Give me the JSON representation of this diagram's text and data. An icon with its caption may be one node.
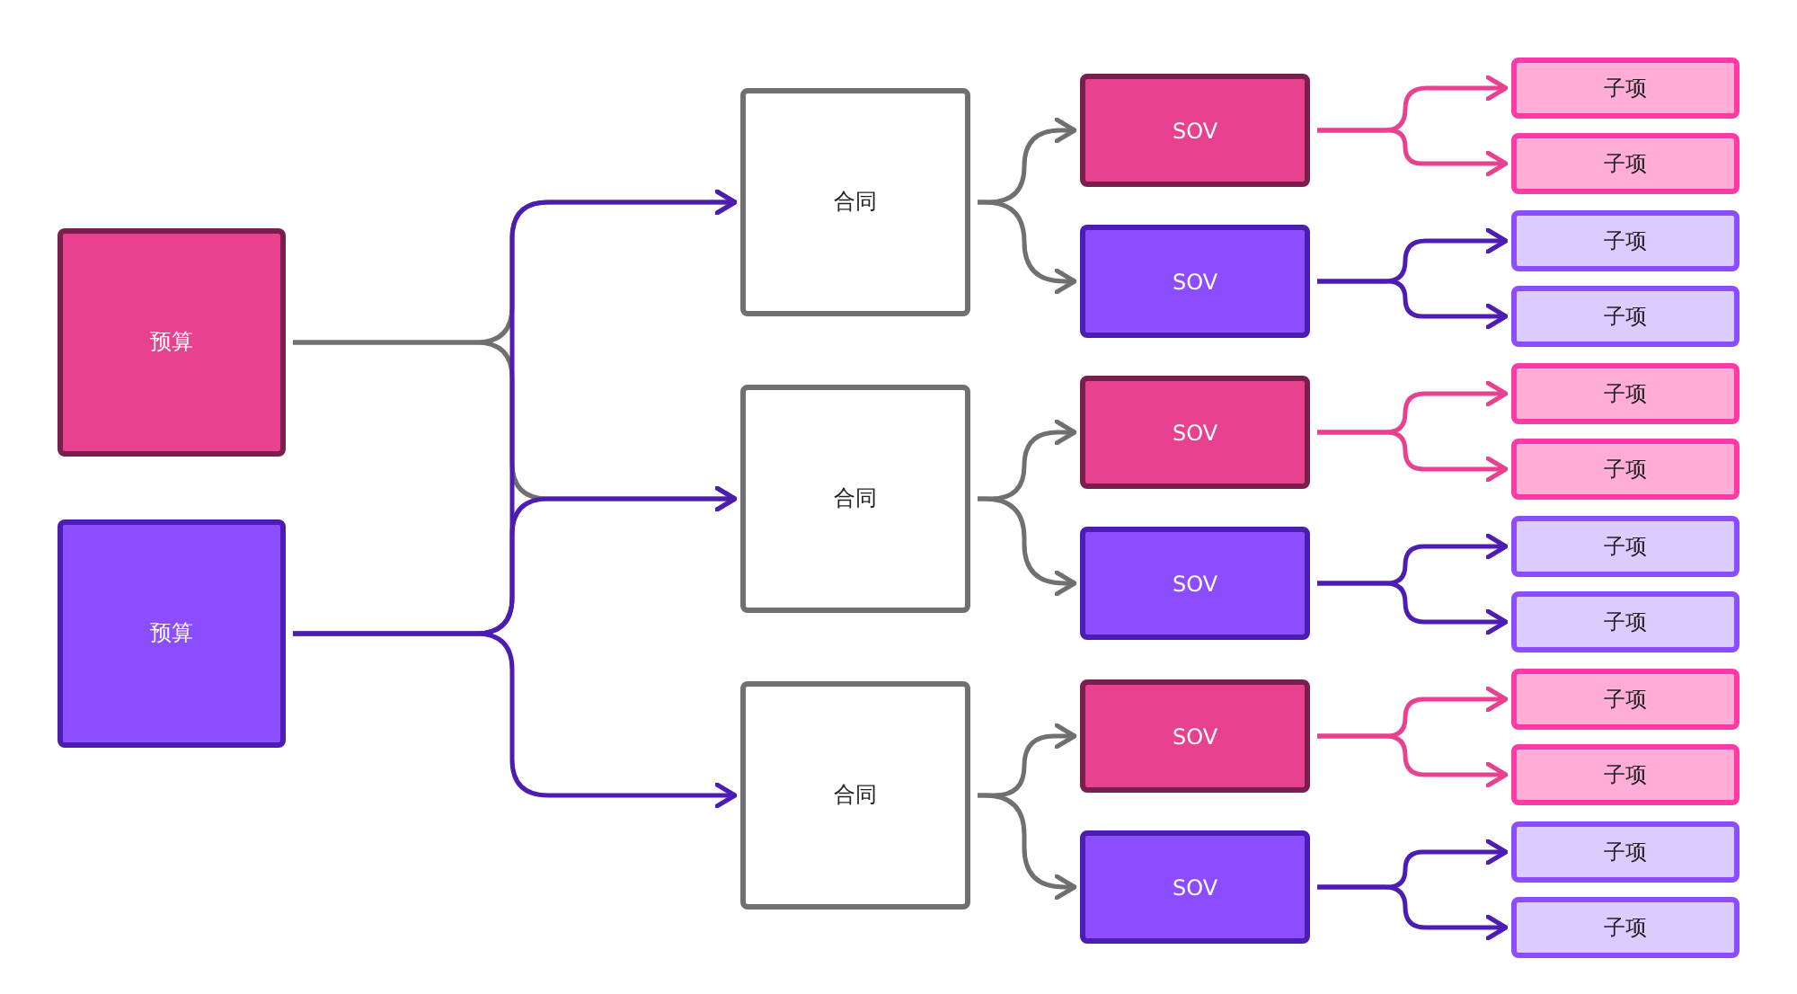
{
  "diagram": {
    "nodes": [
      {
        "text": [
          "预算"
        ]
      },
      {
        "text": [
          "预算"
        ]
      },
      {
        "text": [
          "合同"
        ]
      },
      {
        "text": [
          "SOV"
        ]
      },
      {
        "text": [
          "子项"
        ]
      },
      {
        "text": [
          "子项"
        ]
      },
      {
        "text": [
          "SOV"
        ]
      },
      {
        "text": [
          "子项"
        ]
      },
      {
        "text": [
          "子项"
        ]
      },
      {
        "text": [
          "合同"
        ]
      },
      {
        "text": [
          "SOV"
        ]
      },
      {
        "text": [
          "子项"
        ]
      },
      {
        "text": [
          "子项"
        ]
      },
      {
        "text": [
          "SOV"
        ]
      },
      {
        "text": [
          "子项"
        ]
      },
      {
        "text": [
          "子项"
        ]
      },
      {
        "text": [
          "合同"
        ]
      },
      {
        "text": [
          "SOV"
        ]
      },
      {
        "text": [
          "子项"
        ]
      },
      {
        "text": [
          "子项"
        ]
      },
      {
        "text": [
          "SOV"
        ]
      },
      {
        "text": [
          "子项"
        ]
      },
      {
        "text": [
          "子项"
        ]
      }
    ],
    "edges": [
      {
        "from": 0,
        "to": 2,
        "arrow": "to",
        "color": "#707070"
      },
      {
        "from": 0,
        "to": 9,
        "arrow": "to",
        "color": "#707070"
      },
      {
        "from": 1,
        "to": 2,
        "arrow": "to",
        "color": "#4d1db3"
      },
      {
        "from": 1,
        "to": 9,
        "arrow": "to",
        "color": "#4d1db3"
      },
      {
        "from": 1,
        "to": 16,
        "arrow": "to",
        "color": "#4d1db3"
      },
      {
        "from": 2,
        "to": 3,
        "arrow": "to",
        "color": "#707070"
      },
      {
        "from": 2,
        "to": 6,
        "arrow": "to",
        "color": "#707070"
      },
      {
        "from": 3,
        "to": 4,
        "arrow": "to",
        "color": "#e8418f"
      },
      {
        "from": 3,
        "to": 5,
        "arrow": "to",
        "color": "#e8418f"
      },
      {
        "from": 6,
        "to": 7,
        "arrow": "to",
        "color": "#4d1db3"
      },
      {
        "from": 6,
        "to": 8,
        "arrow": "to",
        "color": "#4d1db3"
      },
      {
        "from": 9,
        "to": 10,
        "arrow": "to",
        "color": "#707070"
      },
      {
        "from": 9,
        "to": 13,
        "arrow": "to",
        "color": "#707070"
      },
      {
        "from": 10,
        "to": 11,
        "arrow": "to",
        "color": "#e8418f"
      },
      {
        "from": 10,
        "to": 12,
        "arrow": "to",
        "color": "#e8418f"
      },
      {
        "from": 13,
        "to": 14,
        "arrow": "to",
        "color": "#4d1db3"
      },
      {
        "from": 13,
        "to": 15,
        "arrow": "to",
        "color": "#4d1db3"
      },
      {
        "from": 16,
        "to": 17,
        "arrow": "to",
        "color": "#707070"
      },
      {
        "from": 16,
        "to": 20,
        "arrow": "to",
        "color": "#707070"
      },
      {
        "from": 17,
        "to": 18,
        "arrow": "to",
        "color": "#e8418f"
      },
      {
        "from": 17,
        "to": 19,
        "arrow": "to",
        "color": "#e8418f"
      },
      {
        "from": 20,
        "to": 21,
        "arrow": "to",
        "color": "#4d1db3"
      },
      {
        "from": 20,
        "to": 22,
        "arrow": "to",
        "color": "#4d1db3"
      }
    ]
  }
}
